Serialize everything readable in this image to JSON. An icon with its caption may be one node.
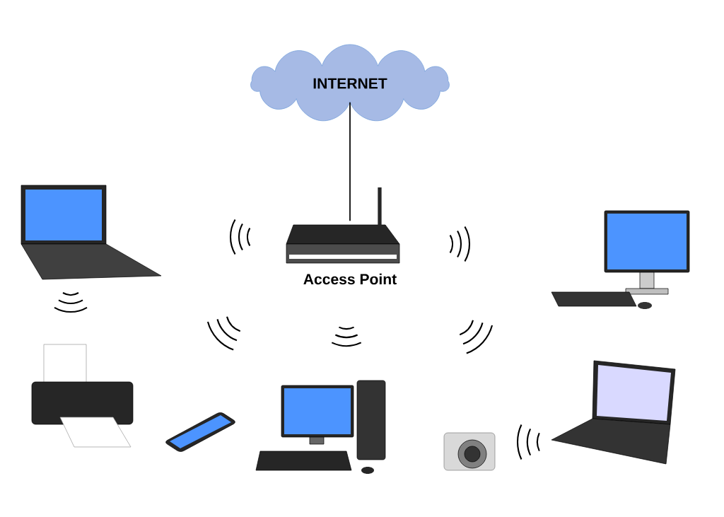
{
  "diagram": {
    "nodes": [
      {
        "text": [
          "INTERNET"
        ]
      },
      {
        "text": [
          "Access Point"
        ]
      }
    ],
    "edges": [
      {
        "from": 0,
        "to": 1,
        "arrow": "none"
      }
    ]
  }
}
